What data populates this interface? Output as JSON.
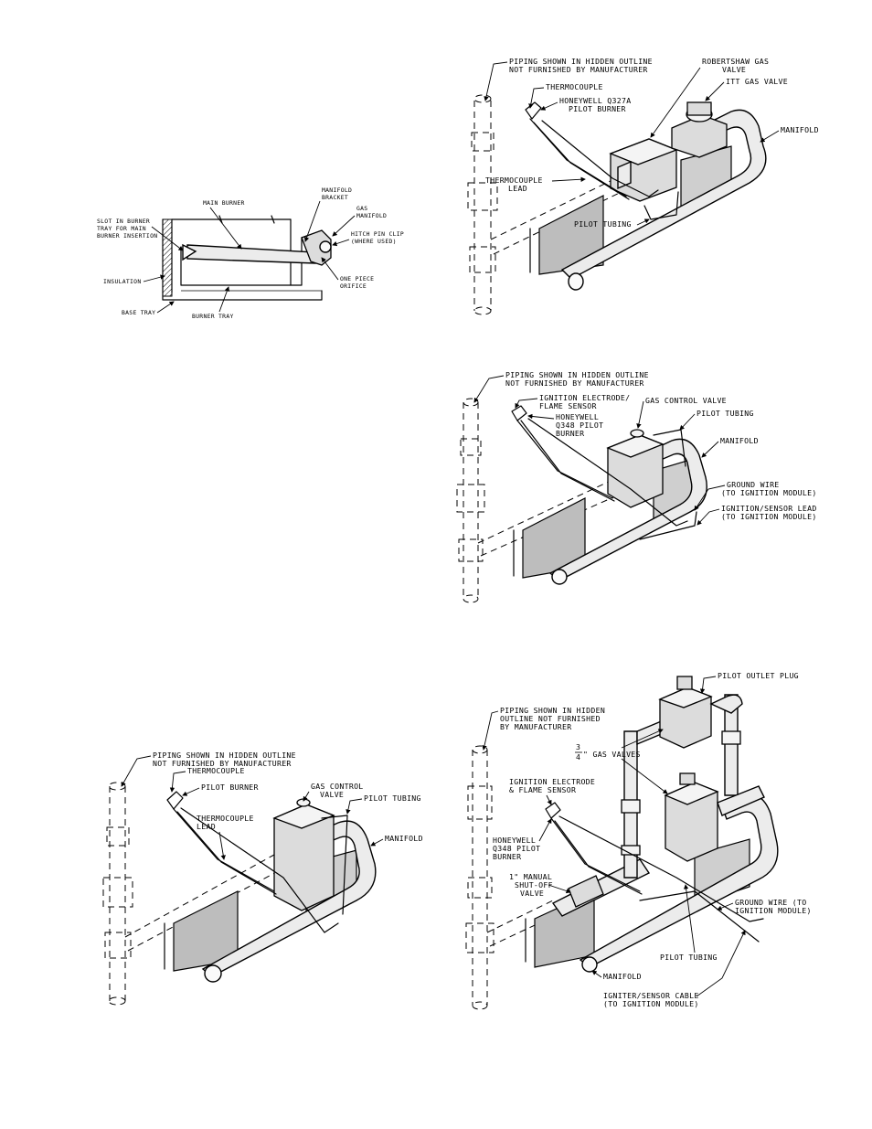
{
  "figures": {
    "burner": {
      "labels": {
        "main_burner": "MAIN BURNER",
        "manifold_bracket_1": "MANIFOLD",
        "manifold_bracket_2": "BRACKET",
        "gas_manifold_1": "GAS",
        "gas_manifold_2": "MANIFOLD",
        "slot_1": "SLOT IN BURNER",
        "slot_2": "TRAY FOR MAIN",
        "slot_3": "BURNER INSERTION",
        "hitch_1": "HITCH PIN CLIP",
        "hitch_2": "(WHERE USED)",
        "insulation": "INSULATION",
        "orifice_1": "ONE PIECE",
        "orifice_2": "ORIFICE",
        "base_tray": "BASE TRAY",
        "burner_tray": "BURNER TRAY"
      }
    },
    "robertshaw": {
      "labels": {
        "piping_1": "PIPING SHOWN IN HIDDEN OUTLINE",
        "piping_2": "NOT FURNISHED BY MANUFACTURER",
        "robertshaw_1": "ROBERTSHAW GAS",
        "robertshaw_2": "VALVE",
        "thermocouple": "THERMOCOUPLE",
        "itt": "ITT GAS VALVE",
        "honeywell_1": "HONEYWELL Q327A",
        "honeywell_2": "PILOT BURNER",
        "manifold": "MANIFOLD",
        "tc_lead_1": "THERMOCOUPLE",
        "tc_lead_2": "LEAD",
        "pilot_tubing": "PILOT TUBING"
      }
    },
    "ignition": {
      "labels": {
        "piping_1": "PIPING SHOWN IN HIDDEN OUTLINE",
        "piping_2": "NOT FURNISHED BY MANUFACTURER",
        "electrode_1": "IGNITION ELECTRODE/",
        "electrode_2": "FLAME SENSOR",
        "gas_control": "GAS CONTROL VALVE",
        "honeywell_1": "HONEYWELL",
        "honeywell_2": "Q348 PILOT",
        "honeywell_3": "BURNER",
        "pilot_tubing": "PILOT TUBING",
        "manifold": "MANIFOLD",
        "ground_1": "GROUND WIRE",
        "ground_2": "(TO IGNITION MODULE)",
        "sensor_1": "IGNITION/SENSOR LEAD",
        "sensor_2": "(TO IGNITION MODULE)"
      }
    },
    "standing": {
      "labels": {
        "piping_1": "PIPING SHOWN IN HIDDEN OUTLINE",
        "piping_2": "NOT FURNISHED BY MANUFACTURER",
        "thermocouple": "THERMOCOUPLE",
        "pilot_burner": "PILOT BURNER",
        "gas_control_1": "GAS CONTROL",
        "gas_control_2": "VALVE",
        "pilot_tubing": "PILOT TUBING",
        "tc_lead_1": "THERMOCOUPLE",
        "tc_lead_2": "LEAD",
        "manifold": "MANIFOLD"
      }
    },
    "dual": {
      "labels": {
        "pilot_outlet": "PILOT OUTLET PLUG",
        "piping_1": "PIPING SHOWN IN HIDDEN",
        "piping_2": "OUTLINE NOT FURNISHED",
        "piping_3": "BY MANUFACTURER",
        "gas_valves_num": "3",
        "gas_valves_den": "4",
        "gas_valves": "\" GAS VALVES",
        "electrode_1": "IGNITION ELECTRODE",
        "electrode_2": "& FLAME SENSOR",
        "honeywell_1": "HONEYWELL",
        "honeywell_2": "Q348 PILOT",
        "honeywell_3": "BURNER",
        "shutoff_1": "1\" MANUAL",
        "shutoff_2": "SHUT-OFF",
        "shutoff_3": "VALVE",
        "ground_1": "GROUND WIRE (TO",
        "ground_2": "IGNITION MODULE)",
        "pilot_tubing": "PILOT TUBING",
        "manifold": "MANIFOLD",
        "igniter_1": "IGNITER/SENSOR CABLE",
        "igniter_2": "(TO IGNITION MODULE)"
      }
    }
  }
}
